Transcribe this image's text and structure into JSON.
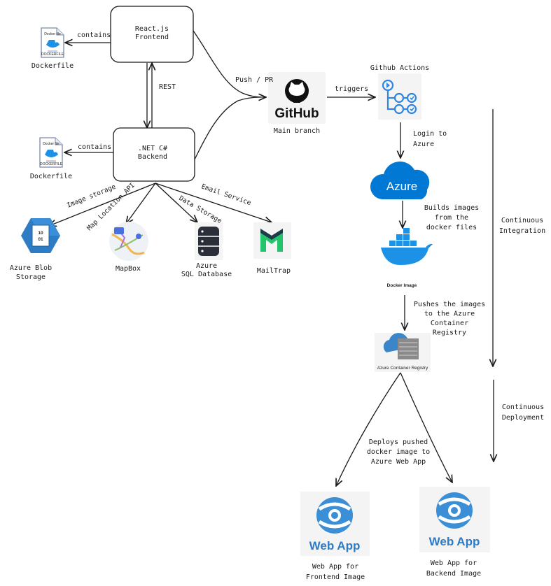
{
  "nodes": {
    "frontend": "React.js\nFrontend",
    "backend": ".NET C#\nBackend",
    "dockerfile_top": "Dockerfile",
    "dockerfile_bottom": "Dockerfile",
    "dockerfile_icon_caption": "DOCKERFILE",
    "dockerfile_icon_title": "Docker file",
    "github": "Main branch",
    "github_logo_text": "GitHub",
    "github_actions": "Github Actions",
    "azure_logo_text": "Azure",
    "docker_image": "Docker Image",
    "container_registry": "Azure Container Registry",
    "blob_storage": "Azure Blob\nStorage",
    "blob_icon_text": "10\n01",
    "mapbox": "MapBox",
    "sql_database": "Azure\nSQL Database",
    "mailtrap": "MailTrap",
    "webapp_logo_text": "Web App",
    "webapp_frontend": "Web App for\nFrontend Image",
    "webapp_backend": "Web App for\nBackend Image"
  },
  "edges": {
    "contains_top": "contains",
    "contains_bottom": "contains",
    "rest": "REST",
    "push_pr": "Push / PR",
    "triggers": "triggers",
    "login": "Login to\nAzure",
    "builds": "Builds images\nfrom the\ndocker files",
    "pushes": "Pushes the images\nto the Azure\nContainer\nRegistry",
    "deploys": "Deploys pushed\ndocker image to\nAzure Web App",
    "image_storage": "Image storage",
    "map_location": "Map Location API",
    "data_storage": "Data Storage",
    "email_service": "Email Service"
  },
  "phases": {
    "ci": "Continuous\nIntegration",
    "cd": "Continuous\nDeployment"
  },
  "colors": {
    "azure_blue": "#0078d4",
    "docker_blue": "#1d91e6",
    "mailtrap_green": "#22c56b",
    "mailtrap_dark": "#1f3a4a",
    "webapp_blue": "#3b8fd6",
    "ink": "#1a1a1a"
  }
}
